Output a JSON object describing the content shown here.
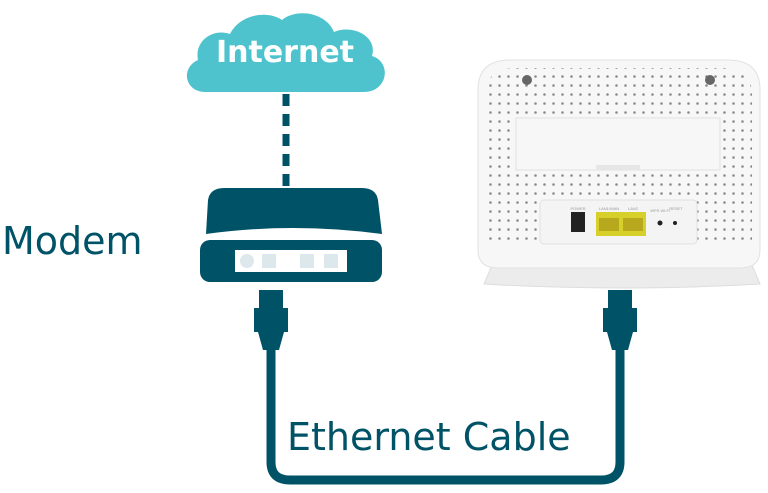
{
  "labels": {
    "internet": "Internet",
    "modem": "Modem",
    "cable": "Ethernet Cable"
  },
  "router_ports": [
    "POWER",
    "LAN1/WAN",
    "LAN2",
    "WPS Wi-Fi",
    "RESET"
  ],
  "colors": {
    "primary": "#005266",
    "cloud": "#4ec3cd",
    "port_yellow": "#d7cf2a"
  }
}
